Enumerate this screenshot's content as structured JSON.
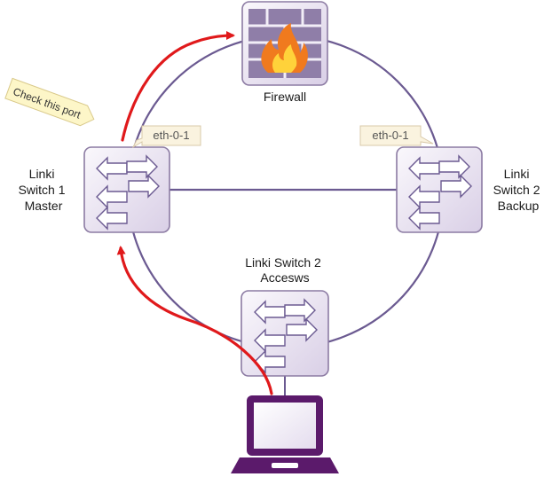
{
  "colors": {
    "ring": "#6b5a91",
    "device_border": "#8c7ba3",
    "device_fill": "#f2eef7",
    "laptop": "#5b1a6b",
    "path": "#e0191b",
    "tag_fill": "#faf3df",
    "note_fill": "#fdf6c8"
  },
  "nodes": {
    "firewall": {
      "label": "Firewall",
      "icon": "firewall-icon"
    },
    "master": {
      "label_lines": [
        "Linki",
        "Switch 1",
        "Master"
      ],
      "port_tag": "eth-0-1",
      "icon": "switch-icon"
    },
    "backup": {
      "label_lines": [
        "Linki",
        "Switch 2",
        "Backup"
      ],
      "port_tag": "eth-0-1",
      "icon": "switch-icon"
    },
    "access": {
      "label_lines": [
        "Linki Switch 2",
        "Accesws"
      ],
      "icon": "switch-icon"
    },
    "client": {
      "icon": "laptop-icon"
    }
  },
  "callout": {
    "text": "Check this port"
  }
}
